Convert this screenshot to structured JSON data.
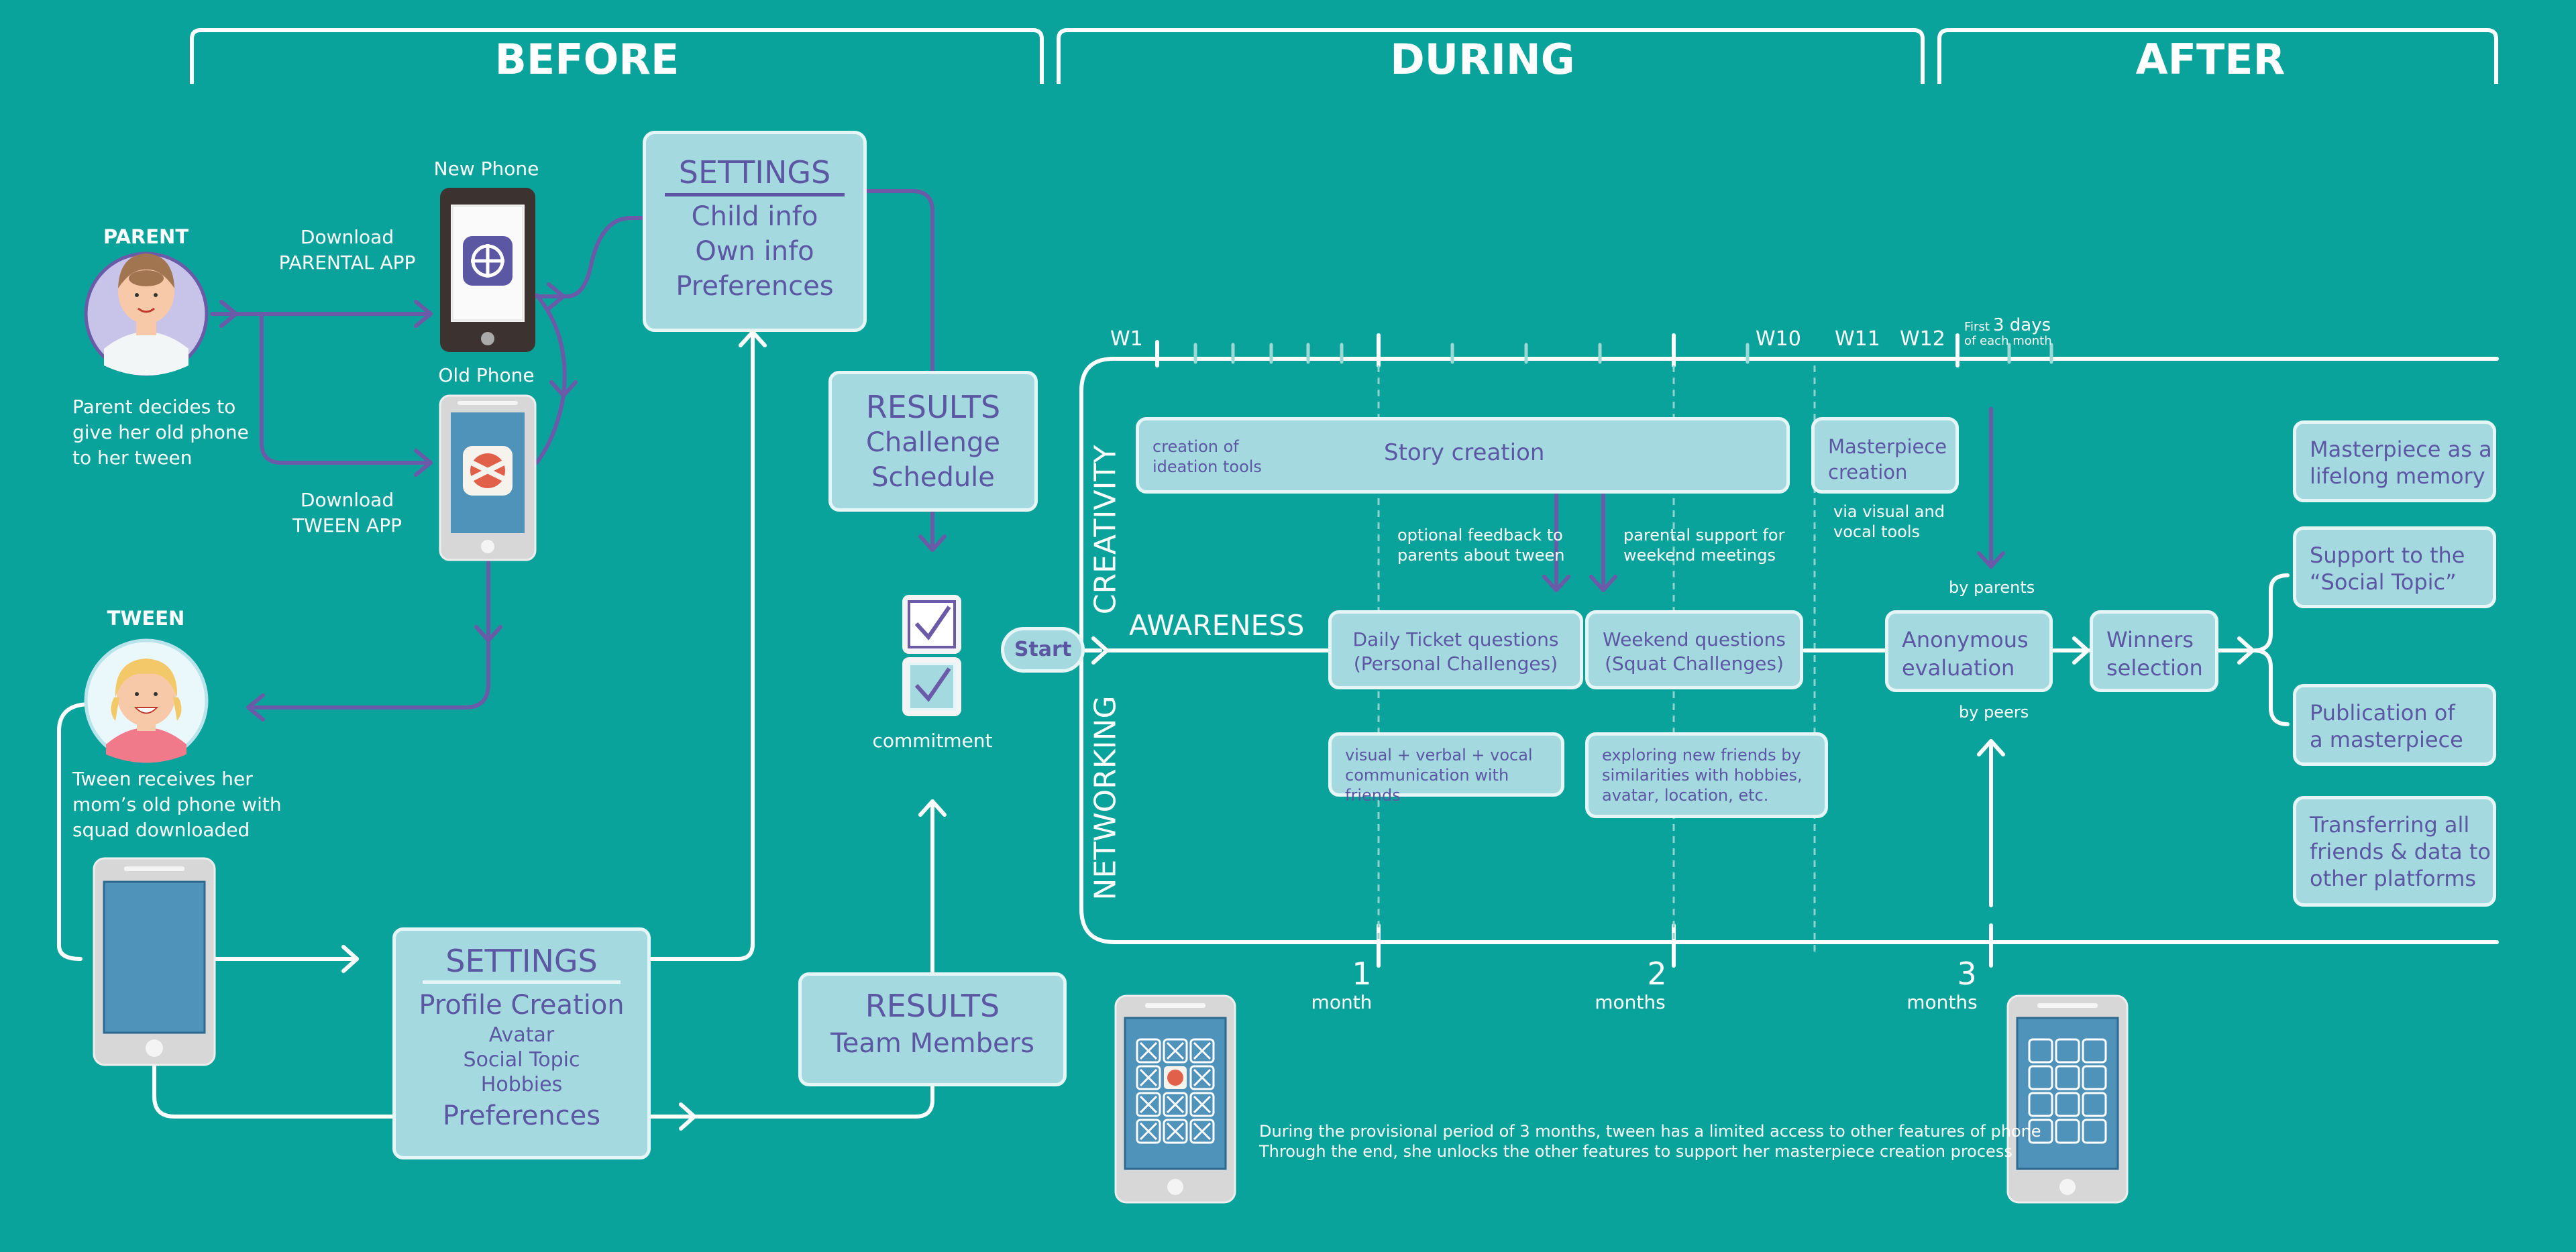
{
  "phases": {
    "before": "BEFORE",
    "during": "DURING",
    "after": "AFTER"
  },
  "parent": {
    "label": "PARENT",
    "decides": [
      "Parent decides to",
      "give her old phone",
      "to her tween"
    ],
    "download_parental": [
      "Download",
      "PARENTAL APP"
    ],
    "download_tween": [
      "Download",
      "TWEEN APP"
    ]
  },
  "phones": {
    "new": "New Phone",
    "old": "Old Phone"
  },
  "tween": {
    "label": "TWEEN",
    "receives": [
      "Tween receives her",
      "mom’s old phone with",
      "squad downloaded"
    ]
  },
  "settings_parent": {
    "title": "SETTINGS",
    "items": [
      "Child info",
      "Own info",
      "Preferences"
    ]
  },
  "results_challenge": {
    "title": "RESULTS",
    "items": [
      "Challenge",
      "Schedule"
    ]
  },
  "commitment": "commitment",
  "settings_tween": {
    "title": "SETTINGS",
    "sub": "Profile Creation",
    "items": [
      "Avatar",
      "Social Topic",
      "Hobbies"
    ],
    "footer": "Preferences"
  },
  "results_team": {
    "title": "RESULTS",
    "item": "Team Members"
  },
  "timeline": {
    "weeks": [
      "W1",
      "W10",
      "W11",
      "W12"
    ],
    "first_days": [
      "First",
      "3 days",
      "of each month"
    ],
    "months": [
      {
        "num": "1",
        "label": "month"
      },
      {
        "num": "2",
        "label": "months"
      },
      {
        "num": "3",
        "label": "months"
      }
    ]
  },
  "during": {
    "start": "Start",
    "awareness": "AWARENESS",
    "creativity": "CREATIVITY",
    "networking": "NETWORKING",
    "story": {
      "left": [
        "creation of",
        "ideation tools"
      ],
      "main": "Story creation"
    },
    "masterpiece_creation": [
      "Masterpiece",
      "creation"
    ],
    "via_tools": [
      "via visual and",
      "vocal  tools"
    ],
    "optional_feedback": [
      "optional feedback to",
      "parents about tween"
    ],
    "parental_support": [
      "parental support for",
      "weekend meetings"
    ],
    "daily": [
      "Daily Ticket questions",
      "(Personal Challenges)"
    ],
    "weekend": [
      "Weekend questions",
      "(Squat Challenges)"
    ],
    "visual_comm": [
      "visual + verbal + vocal",
      "communication with friends"
    ],
    "exploring": [
      "exploring new friends by",
      "similarities with hobbies,",
      "avatar, location, etc."
    ],
    "anonymous": [
      "Anonymous",
      "evaluation"
    ],
    "by_parents": "by parents",
    "by_peers": "by peers",
    "winners": [
      "Winners",
      "selection"
    ]
  },
  "after": {
    "items": [
      [
        "Masterpiece as a",
        "lifelong memory"
      ],
      [
        "Support to the",
        "“Social Topic”"
      ],
      [
        "Publication of",
        "a masterpiece"
      ],
      [
        "Transferring all",
        "friends & data to",
        "other platforms"
      ]
    ]
  },
  "footnote": [
    "During the provisional period of 3 months, tween has a limited access to other features of phone",
    "Through the end, she unlocks the other features to support her masterpiece creation process"
  ],
  "colors": {
    "background": "#0aa39b",
    "box": "#a5d9e0",
    "purple": "#5b57a3",
    "connector": "#6a5aa8"
  }
}
